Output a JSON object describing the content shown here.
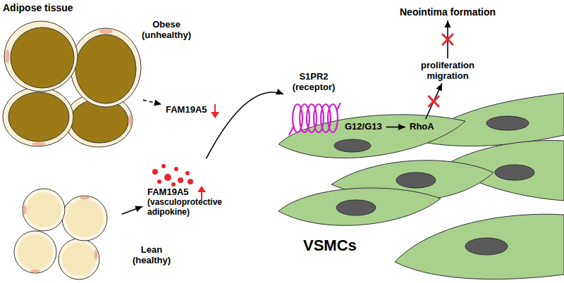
{
  "diagram": {
    "nodes": [
      {
        "text": [
          "Obese (unhealthy)"
        ]
      },
      {
        "text": [
          "FAM19A5"
        ]
      },
      {
        "text": [
          "Lean (healthy)"
        ]
      },
      {
        "text": [
          "FAM19A5",
          "(vasculoprotective adipokine)"
        ]
      },
      {
        "text": [
          "S1PR2",
          "(receptor)"
        ]
      },
      {
        "text": [
          "G12/G13"
        ]
      },
      {
        "text": [
          "RhoA"
        ]
      },
      {
        "text": [
          "proliferation migration"
        ]
      },
      {
        "text": [
          "Neointima formation"
        ]
      }
    ],
    "edges": [
      {
        "from": 0,
        "to": 1,
        "arrow": "to"
      },
      {
        "from": 2,
        "to": 3,
        "arrow": "to"
      },
      {
        "from": 3,
        "to": 4,
        "arrow": "to"
      },
      {
        "from": 5,
        "to": 6,
        "arrow": "to"
      },
      {
        "from": 6,
        "to": 7,
        "arrow": "to"
      },
      {
        "from": 7,
        "to": 8,
        "arrow": "to"
      }
    ],
    "labels": [
      "Adipose tissue",
      "VSMCs"
    ]
  }
}
